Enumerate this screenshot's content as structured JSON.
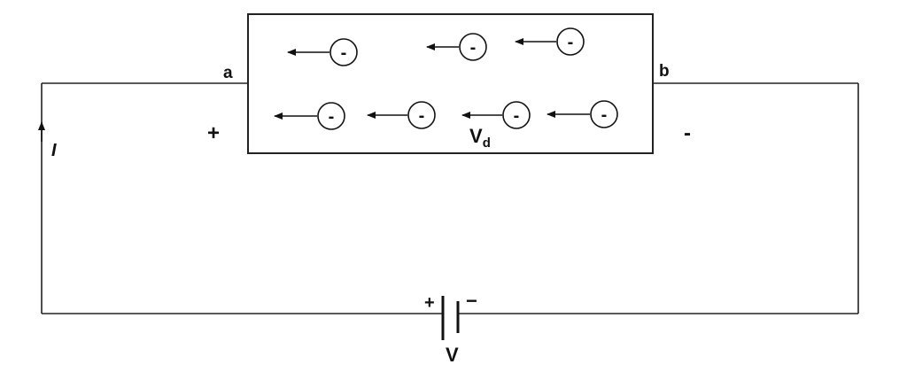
{
  "diagram": {
    "terminal_a": "a",
    "terminal_b": "b",
    "plus_left": "+",
    "minus_right": "-",
    "current_label": "I",
    "drift_velocity": {
      "main": "V",
      "sub": "d"
    },
    "battery": {
      "plus": "+",
      "minus": "−",
      "label": "V"
    },
    "electrons": [
      {
        "sign": "-"
      },
      {
        "sign": "-"
      },
      {
        "sign": "-"
      },
      {
        "sign": "-"
      },
      {
        "sign": "-"
      },
      {
        "sign": "-"
      },
      {
        "sign": "-"
      }
    ]
  }
}
